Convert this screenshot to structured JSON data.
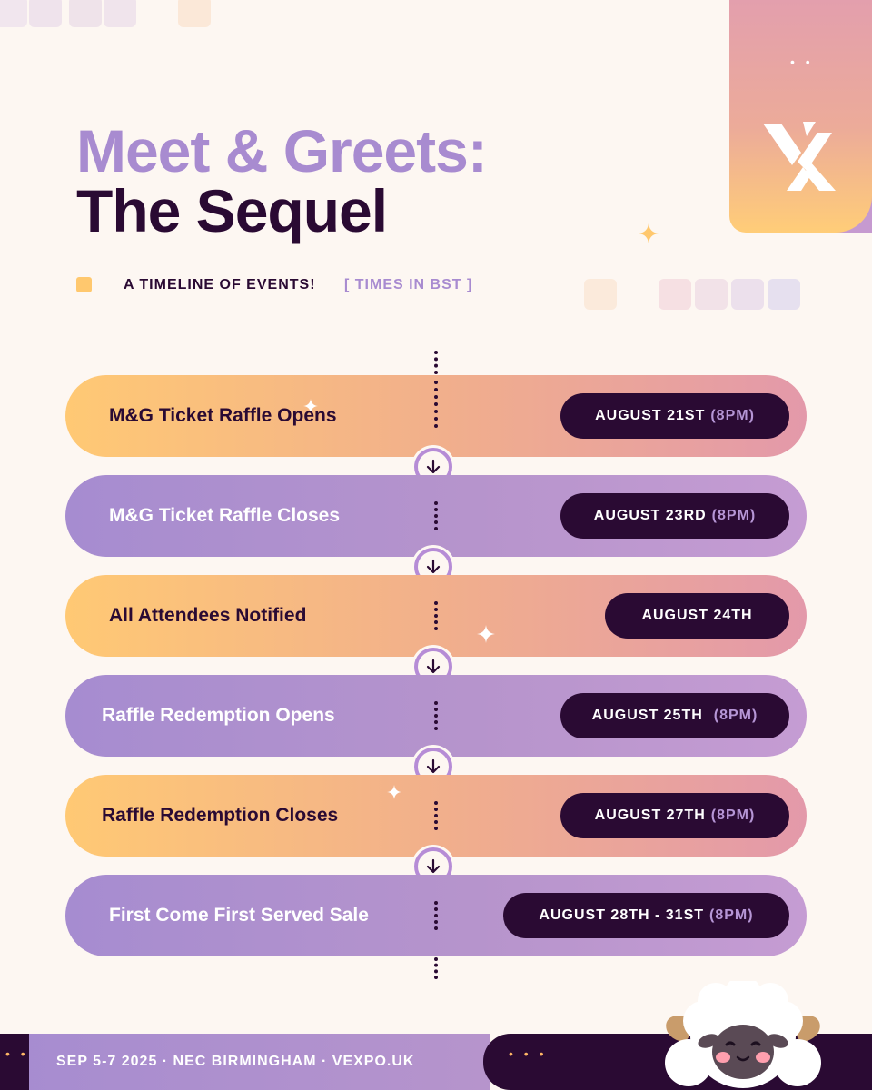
{
  "header": {
    "title_line1": "Meet & Greets:",
    "title_line2": "The Sequel",
    "subtitle": "A TIMELINE OF EVENTS!",
    "subtitle_tag": "[ TIMES IN BST ]"
  },
  "timeline": [
    {
      "label": "M&G Ticket Raffle Opens",
      "date": "AUGUST 21ST",
      "time": "(8PM)",
      "style": "orange"
    },
    {
      "label": "M&G Ticket Raffle Closes",
      "date": "AUGUST 23RD",
      "time": "(8PM)",
      "style": "purple"
    },
    {
      "label": "All Attendees Notified",
      "date": "AUGUST 24TH",
      "time": "",
      "style": "orange"
    },
    {
      "label": "Raffle Redemption Opens",
      "date": "AUGUST 25TH",
      "time": "(8PM)",
      "style": "purple"
    },
    {
      "label": "Raffle Redemption Closes",
      "date": "AUGUST 27TH",
      "time": "(8PM)",
      "style": "orange"
    },
    {
      "label": "First Come First Served Sale",
      "date": "AUGUST 28TH - 31ST",
      "time": "(8PM)",
      "style": "purple"
    }
  ],
  "footer": {
    "text": "SEP 5-7 2025 · NEC BIRMINGHAM · VEXPO.UK"
  },
  "colors": {
    "dark": "#2a0a33",
    "lavender": "#a88bd0",
    "yellow": "#ffc86e",
    "background": "#fdf7f2"
  },
  "icons": [
    "logo-icon",
    "arrow-down-icon",
    "sparkle-icon",
    "sheep-mascot"
  ]
}
